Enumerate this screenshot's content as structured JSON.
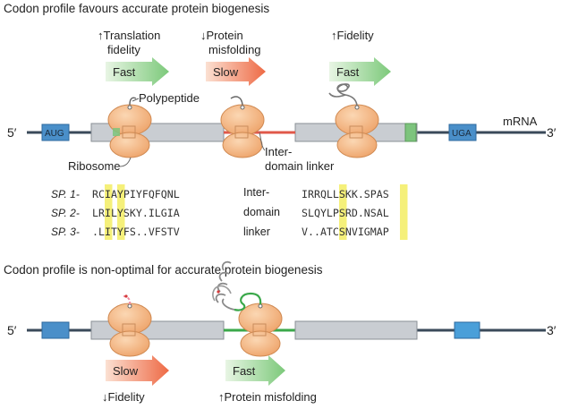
{
  "top_panel": {
    "title": "Codon profile favours accurate protein biogenesis",
    "annotations": {
      "translation": [
        "↑Translation",
        "fidelity"
      ],
      "misfolding": [
        "↓Protein",
        "misfolding"
      ],
      "fidelity": "↑Fidelity"
    },
    "speed_arrows": [
      {
        "label": "Fast",
        "kind": "fast"
      },
      {
        "label": "Slow",
        "kind": "slow"
      },
      {
        "label": "Fast",
        "kind": "fast"
      }
    ],
    "mrna": {
      "five_prime": "5′",
      "three_prime": "3′",
      "start_codon": "AUG",
      "stop_codon": "UGA",
      "label": "mRNA"
    },
    "labels": {
      "polypeptide": "Polypeptide",
      "ribosome": "Ribosome",
      "linker": [
        "Inter-",
        "domain linker"
      ]
    },
    "alignment": {
      "species": [
        "SP. 1",
        "SP. 2",
        "SP. 3"
      ],
      "left_seqs": [
        "RCIAYPIYFQFQNL",
        "LRILYSKY.ILGIA",
        ".LITYFS..VFSTV"
      ],
      "middle_label": [
        "Inter-",
        "domain",
        "linker"
      ],
      "right_seqs": [
        "IRRQLLSKK.SPAS",
        "SLQYLPSRD.NSAL",
        "V..ATCSNVIGMAP"
      ]
    }
  },
  "bottom_panel": {
    "title": "Codon profile is non-optimal for accurate protein biogenesis",
    "mrna": {
      "five_prime": "5′",
      "three_prime": "3′"
    },
    "speed_arrows": [
      {
        "label": "Slow",
        "kind": "slow"
      },
      {
        "label": "Fast",
        "kind": "fast"
      }
    ],
    "annotations": {
      "fidelity": "↓Fidelity",
      "misfolding": "↑Protein misfolding"
    }
  },
  "colors": {
    "mrna_line": "#3a4a5a",
    "codon_box": "#4a8fc9",
    "gene_fill": "#c9cdd2",
    "gene_stroke": "#8a9096",
    "ribosome": "#f2b07c",
    "highlight": "#f5f07a",
    "green_segment": "#7dc47d",
    "linker_red": "#e0584a",
    "linker_green": "#3aa84a",
    "fast_arrow": "#8fd08f",
    "slow_arrow": "#f07a55"
  }
}
